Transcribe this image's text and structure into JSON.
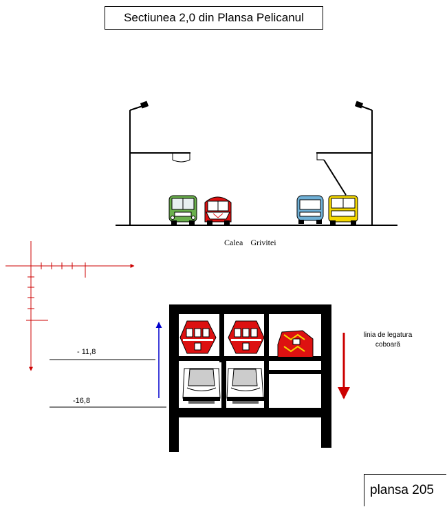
{
  "title": "Sectiunea  2,0  din Plansa Pelicanul",
  "street_label": "Calea   Grivitei",
  "levels": {
    "upper": "- 11,8",
    "lower": "-16,8"
  },
  "note": {
    "line1": "linia de legatura",
    "line2": "coboară"
  },
  "sheet_label": "plansa  205",
  "colors": {
    "accent_red": "#cc0000",
    "arrow_blue": "#0000cc",
    "structure": "#000000",
    "green_bus": "#6ab04c",
    "blue_bus": "#6fb0d6",
    "yellow_trolley": "#f5d800"
  },
  "vehicles": {
    "street_level": [
      "green-bus",
      "red-tram",
      "blue-bus",
      "yellow-trolleybus"
    ],
    "underground_upper": [
      "red-tram",
      "red-tram",
      "red-locomotive"
    ],
    "underground_lower": [
      "metro-train",
      "metro-train"
    ]
  }
}
